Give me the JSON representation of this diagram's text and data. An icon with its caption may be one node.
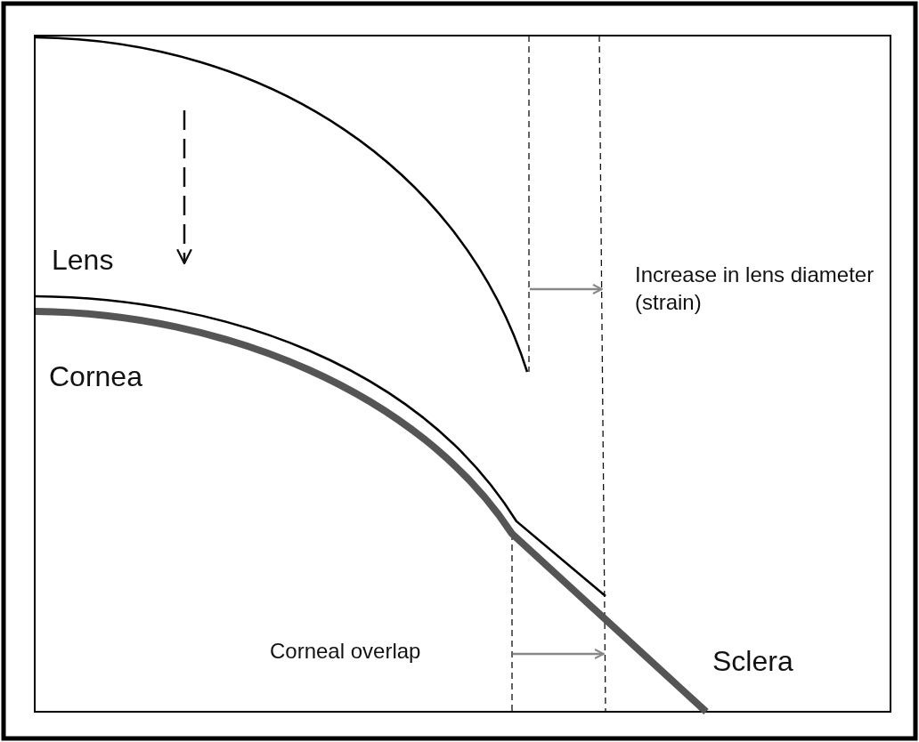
{
  "diagram": {
    "labels": [
      "Lens",
      "Cornea",
      "Increase in lens diameter (strain)",
      "Corneal overlap",
      "Sclera"
    ]
  }
}
